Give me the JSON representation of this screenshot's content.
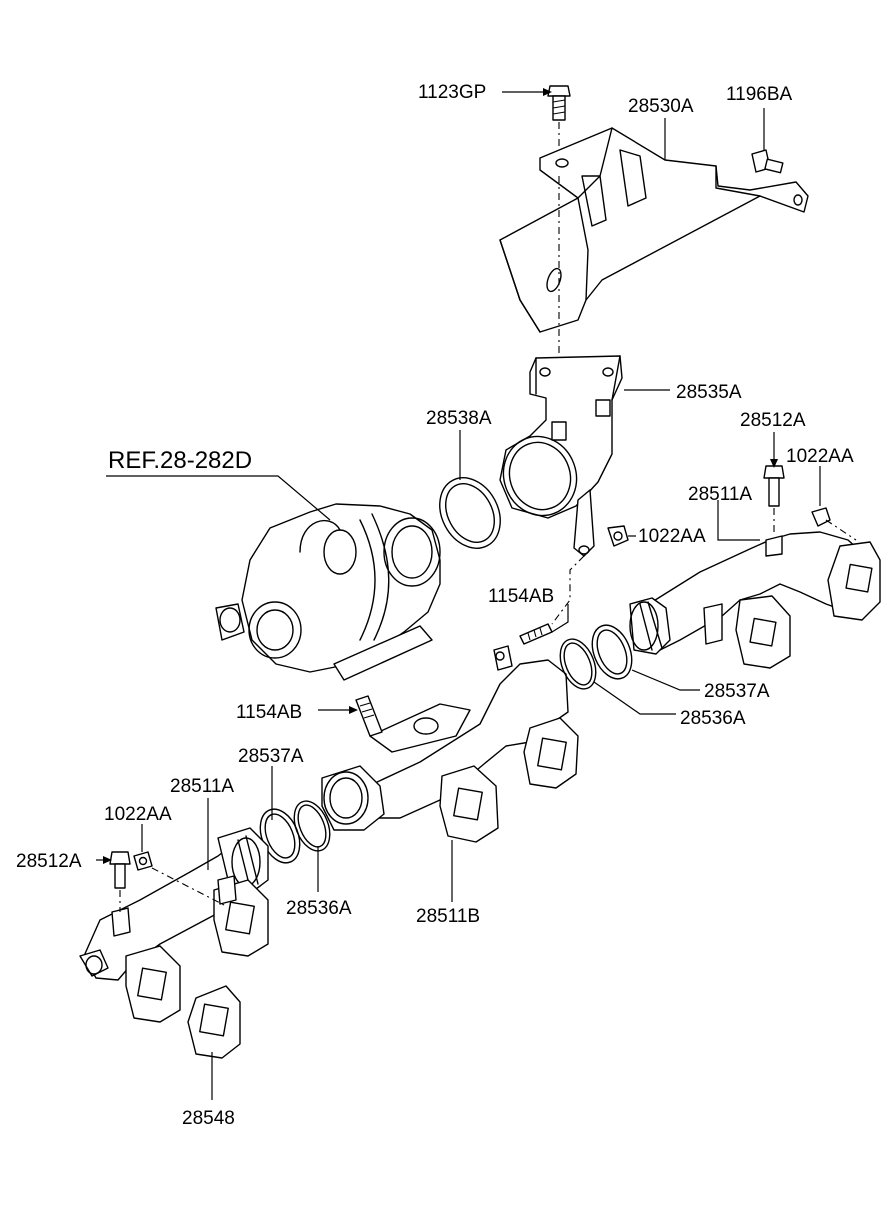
{
  "labels": {
    "bolt_top": "1123GP",
    "heat_shield": "28530A",
    "bolt_shield": "1196BA",
    "elbow": "28535A",
    "ring_turbo": "28538A",
    "ref_turbo": "REF.28-282D",
    "bolt_right": "28512A",
    "nut_right_top": "1022AA",
    "manifold_right": "28511A",
    "nut_right_mid": "1022AA",
    "stud_mid": "1154AB",
    "ring_right_outer": "28537A",
    "ring_right_inner": "28536A",
    "stud_left": "1154AB",
    "ring_left_outer": "28537A",
    "manifold_left": "28511A",
    "nut_left": "1022AA",
    "bolt_left": "28512A",
    "ring_left_inner": "28536A",
    "manifold_center": "28511B",
    "gasket": "28548"
  }
}
